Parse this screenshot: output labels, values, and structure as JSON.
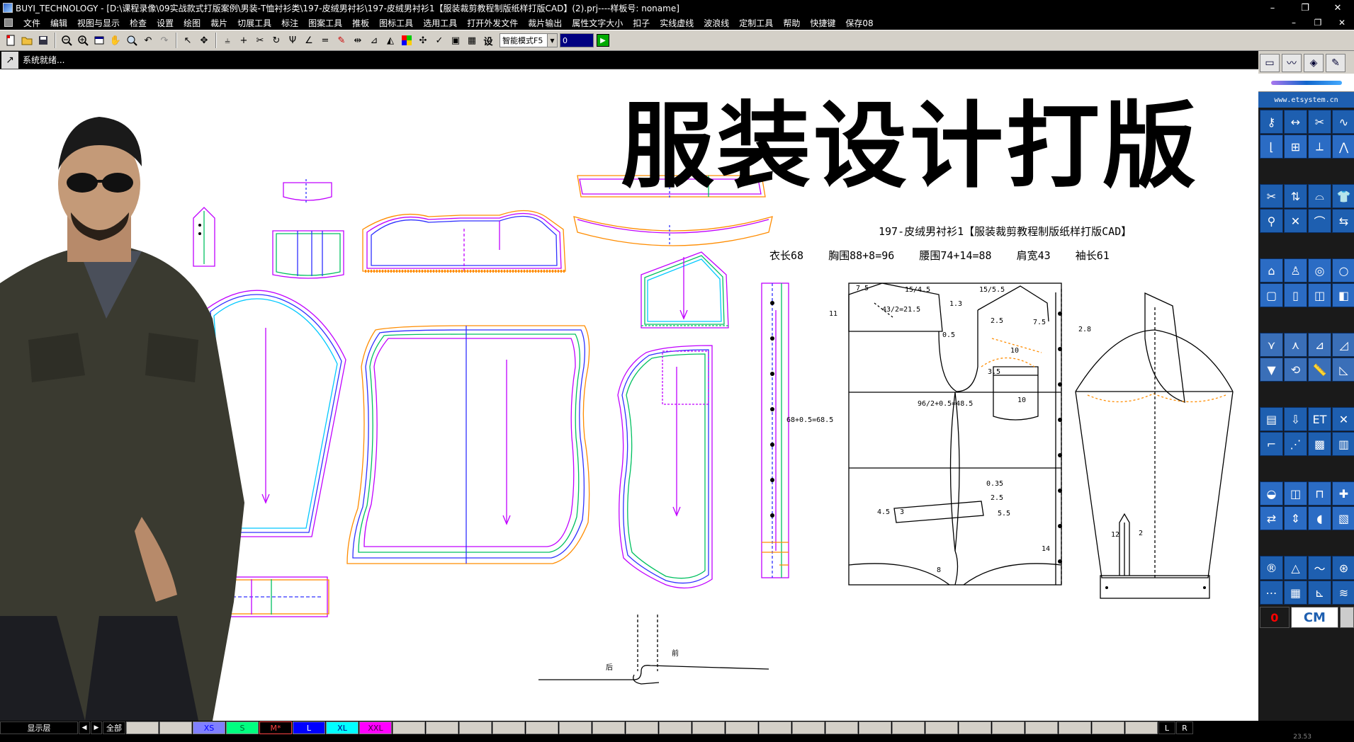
{
  "titlebar": {
    "title": "BUYI_TECHNOLOGY - [D:\\课程录像\\09实战款式打版案例\\男装-T恤衬衫类\\197-皮绒男衬衫\\197-皮绒男衬衫1【服装裁剪教程制版纸样打版CAD】(2).prj----样板号: noname]",
    "minimize": "–",
    "restore": "❐",
    "close": "✕"
  },
  "menubar": {
    "items": [
      "文件",
      "编辑",
      "视图与显示",
      "检查",
      "设置",
      "绘图",
      "裁片",
      "切展工具",
      "标注",
      "图案工具",
      "推板",
      "图标工具",
      "选用工具",
      "打开外发文件",
      "裁片输出",
      "属性文字大小",
      "扣子",
      "实线虚线",
      "波浪线",
      "定制工具",
      "帮助",
      "快捷键",
      "保存08"
    ],
    "mdi_minimize": "–",
    "mdi_restore": "❐",
    "mdi_close": "✕"
  },
  "toolbar": {
    "mode_select": "智能模式F5",
    "value_input": "0",
    "settings_label": "设"
  },
  "status": {
    "text": "系统就绪..."
  },
  "canvas": {
    "overlay_title": "服装设计打版",
    "pattern_title": "197-皮绒男衬衫1【服装裁剪教程制版纸样打版CAD】",
    "measurements": [
      "衣长68",
      "胸围88+8=96",
      "腰围74+14=88",
      "肩宽43",
      "袖长61"
    ],
    "annotations": [
      "7.5",
      "15/4.5",
      "15/5.5",
      "11",
      "1.3",
      "43/2=21.5",
      "0.5",
      "2.5",
      "7.5",
      "2.8",
      "10",
      "3.5",
      "10",
      "96/2+0.5=48.5",
      "0.35",
      "2.5",
      "5.5",
      "4.5",
      "3",
      "14",
      "8",
      "12",
      "2",
      "68+0.5=68.5",
      "后",
      "前"
    ]
  },
  "right_palette": {
    "url": "www.etsystem.cn",
    "zero_label": "0",
    "unit_label": "CM"
  },
  "bottombar": {
    "layer_label": "显示层",
    "prev": "◀",
    "next": "▶",
    "all_label": "全部",
    "sizes": [
      {
        "label": "XS",
        "color": "#8080ff"
      },
      {
        "label": "S",
        "color": "#00ff80"
      },
      {
        "label": "M*",
        "color": "#000000",
        "text_color": "#ff4040"
      },
      {
        "label": "L",
        "color": "#0000ff",
        "text_color": "#ffffff"
      },
      {
        "label": "XL",
        "color": "#00ffff"
      },
      {
        "label": "XXL",
        "color": "#ff00ff"
      }
    ],
    "left_label": "L",
    "right_label": "R",
    "coordinate": "23.53"
  },
  "colors": {
    "orange": "#ff8c00",
    "magenta": "#c000ff",
    "blue": "#3030ff",
    "green": "#00c060",
    "cyan": "#00c8ff",
    "palette_blue": "#1e5fb0"
  }
}
